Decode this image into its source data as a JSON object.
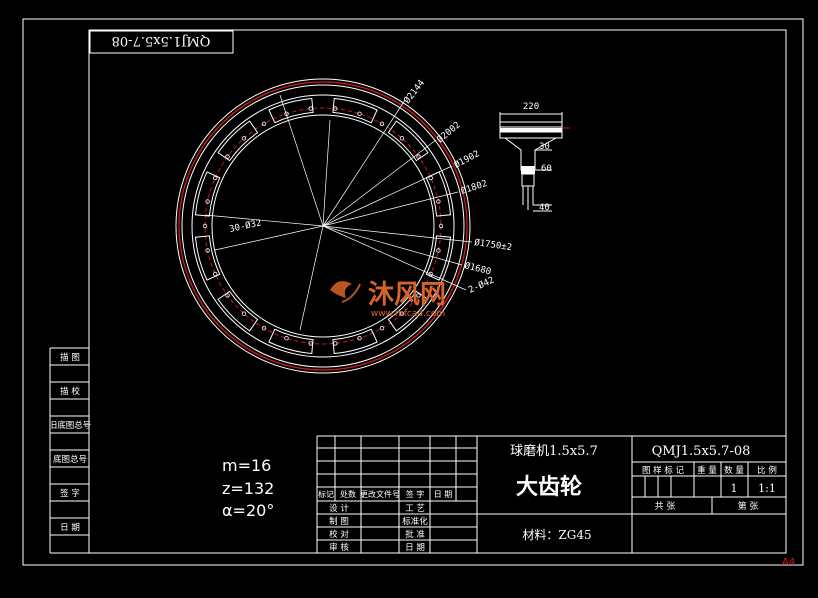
{
  "drawing": {
    "code_rotated": "QMJ1.5x5.7-08",
    "sheet_size": "A4",
    "colors": {
      "background": "#000000",
      "lines": "#ffffff",
      "accent": "#d01818",
      "watermark": "#d9642a"
    }
  },
  "dimensions": {
    "d1": "Ø2144",
    "d2": "Ø2002",
    "d3": "Ø1902",
    "d4": "Ø1802",
    "d5": "Ø1750±2",
    "d6": "Ø1680",
    "d7": "2-Ø42",
    "holes": "30-Ø32",
    "section_width": "220",
    "section_a": "30",
    "section_b": "60",
    "section_c": "40"
  },
  "gear_params": {
    "module": "m=16",
    "teeth": "z=132",
    "angle": "α=20°"
  },
  "left_column": [
    "描 图",
    "描 校",
    "旧底图总号",
    "底图总号",
    "签 字",
    "日 期"
  ],
  "title_block": {
    "machine": "球磨机1.5x5.7",
    "part_name": "大齿轮",
    "material": "材料：ZG45",
    "drawing_no": "QMJ1.5x5.7-08",
    "header_labels": [
      "图 样 标 记",
      "重 量",
      "数 量",
      "比 例"
    ],
    "quantity": "1",
    "scale": "1:1",
    "total_sheets": "共 张",
    "sheet_no": "第 张",
    "revision_headers": [
      "标记",
      "处数",
      "更改文件号",
      "签 字",
      "日 期"
    ],
    "sign_rows": [
      [
        "设 计",
        "工 艺"
      ],
      [
        "制 图",
        "标准化"
      ],
      [
        "校 对",
        "批 准"
      ],
      [
        "审 核",
        "日 期"
      ]
    ]
  },
  "watermark": {
    "text": "沐风网",
    "url": "www.mfcad.com"
  }
}
